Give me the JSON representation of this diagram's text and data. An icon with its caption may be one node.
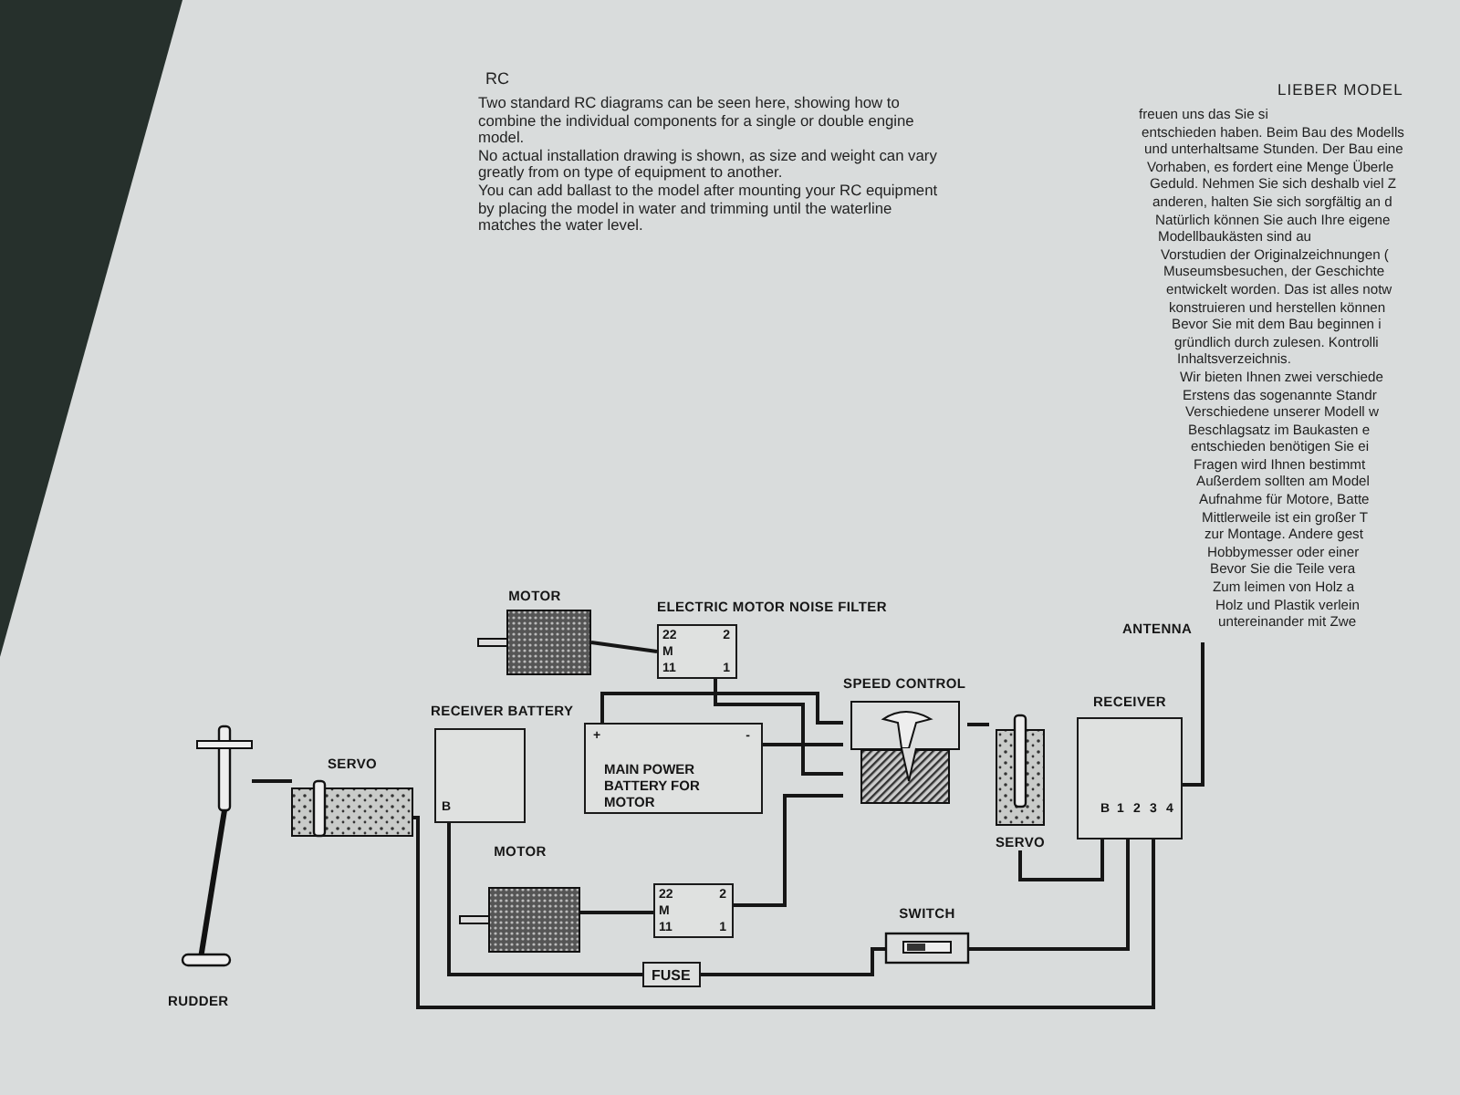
{
  "diagram": {
    "nodes": [
      {
        "text": [
          "MOTOR"
        ]
      },
      {
        "text": [
          "ELECTRIC MOTOR NOISE FILTER",
          "22",
          "M",
          "11",
          "2",
          "1"
        ]
      },
      {
        "text": [
          "RECEIVER BATTERY",
          "B"
        ]
      },
      {
        "text": [
          "+",
          "-",
          "MAIN POWER BATTERY FOR MOTOR"
        ]
      },
      {
        "text": [
          "SPEED CONTROL"
        ]
      },
      {
        "text": [
          "SERVO"
        ]
      },
      {
        "text": [
          "RECEIVER",
          "B",
          "1",
          "2",
          "3",
          "4"
        ]
      },
      {
        "text": [
          "ANTENNA"
        ]
      },
      {
        "text": [
          "SERVO"
        ]
      },
      {
        "text": [
          "RUDDER"
        ]
      },
      {
        "text": [
          "MOTOR"
        ]
      },
      {
        "text": [
          "22",
          "M",
          "11",
          "2",
          "1"
        ]
      },
      {
        "text": [
          "SWITCH"
        ]
      },
      {
        "text": [
          "FUSE"
        ]
      }
    ],
    "edges": [
      {
        "from": 0,
        "to": 1,
        "arrow": "none"
      },
      {
        "from": 1,
        "to": 4,
        "arrow": "none"
      },
      {
        "from": 3,
        "to": 4,
        "arrow": "none"
      },
      {
        "from": 3,
        "to": 4,
        "arrow": "none"
      },
      {
        "from": 4,
        "to": 5,
        "arrow": "none"
      },
      {
        "from": 5,
        "to": 6,
        "arrow": "none"
      },
      {
        "from": 7,
        "to": 6,
        "arrow": "none"
      },
      {
        "from": 8,
        "to": 9,
        "arrow": "none"
      },
      {
        "from": 8,
        "to": 6,
        "arrow": "none"
      },
      {
        "from": 2,
        "to": 13,
        "arrow": "none"
      },
      {
        "from": 13,
        "to": 12,
        "arrow": "none"
      },
      {
        "from": 12,
        "to": 6,
        "arrow": "none"
      },
      {
        "from": 10,
        "to": 11,
        "arrow": "none"
      },
      {
        "from": 11,
        "to": 4,
        "arrow": "none"
      }
    ],
    "labels": [
      "RC",
      "Two standard RC diagrams can be seen here, showing how to combine the individual components for a single or double engine model.",
      "No actual installation drawing is shown, as size and weight can vary greatly from on type of equipment to another.",
      "You can add ballast to the model after mounting your RC equipment by placing the model in water and trimming until the waterline matches the water level.",
      "LIEBER MODEL",
      "freuen uns das Sie si",
      "entschieden haben. Beim Bau des Modells",
      "und unterhaltsame Stunden. Der Bau eine",
      "Vorhaben, es fordert eine Menge Überle",
      "Geduld. Nehmen Sie sich deshalb viel Z",
      "anderen, halten Sie sich sorgfältig an d",
      "Natürlich können Sie auch Ihre eigene",
      "Modellbaukästen sind au",
      "Vorstudien der Originalzeichnungen (",
      "Museumsbesuchen, der Geschichte",
      "entwickelt worden. Das ist alles notw",
      "konstruieren und herstellen können",
      "Bevor Sie mit dem Bau beginnen i",
      "gründlich durch zulesen. Kontrolli",
      "Inhaltsverzeichnis.",
      "Wir bieten Ihnen zwei verschiede",
      "Erstens das sogenannte Standr",
      "Verschiedene unserer Modell w",
      "Beschlagsatz im Baukasten e",
      "entschieden benötigen Sie ei",
      "Fragen wird Ihnen bestimmt",
      "Außerdem sollten am Model",
      "Aufnahme für Motore, Batte",
      "Mittlerweile ist ein großer T",
      "zur Montage. Andere gest",
      "Hobbymesser oder einer",
      "Bevor Sie die Teile vera",
      "Zum leimen von Holz a",
      "Holz und Plastik verlein",
      "untereinander mit Zwe"
    ]
  }
}
